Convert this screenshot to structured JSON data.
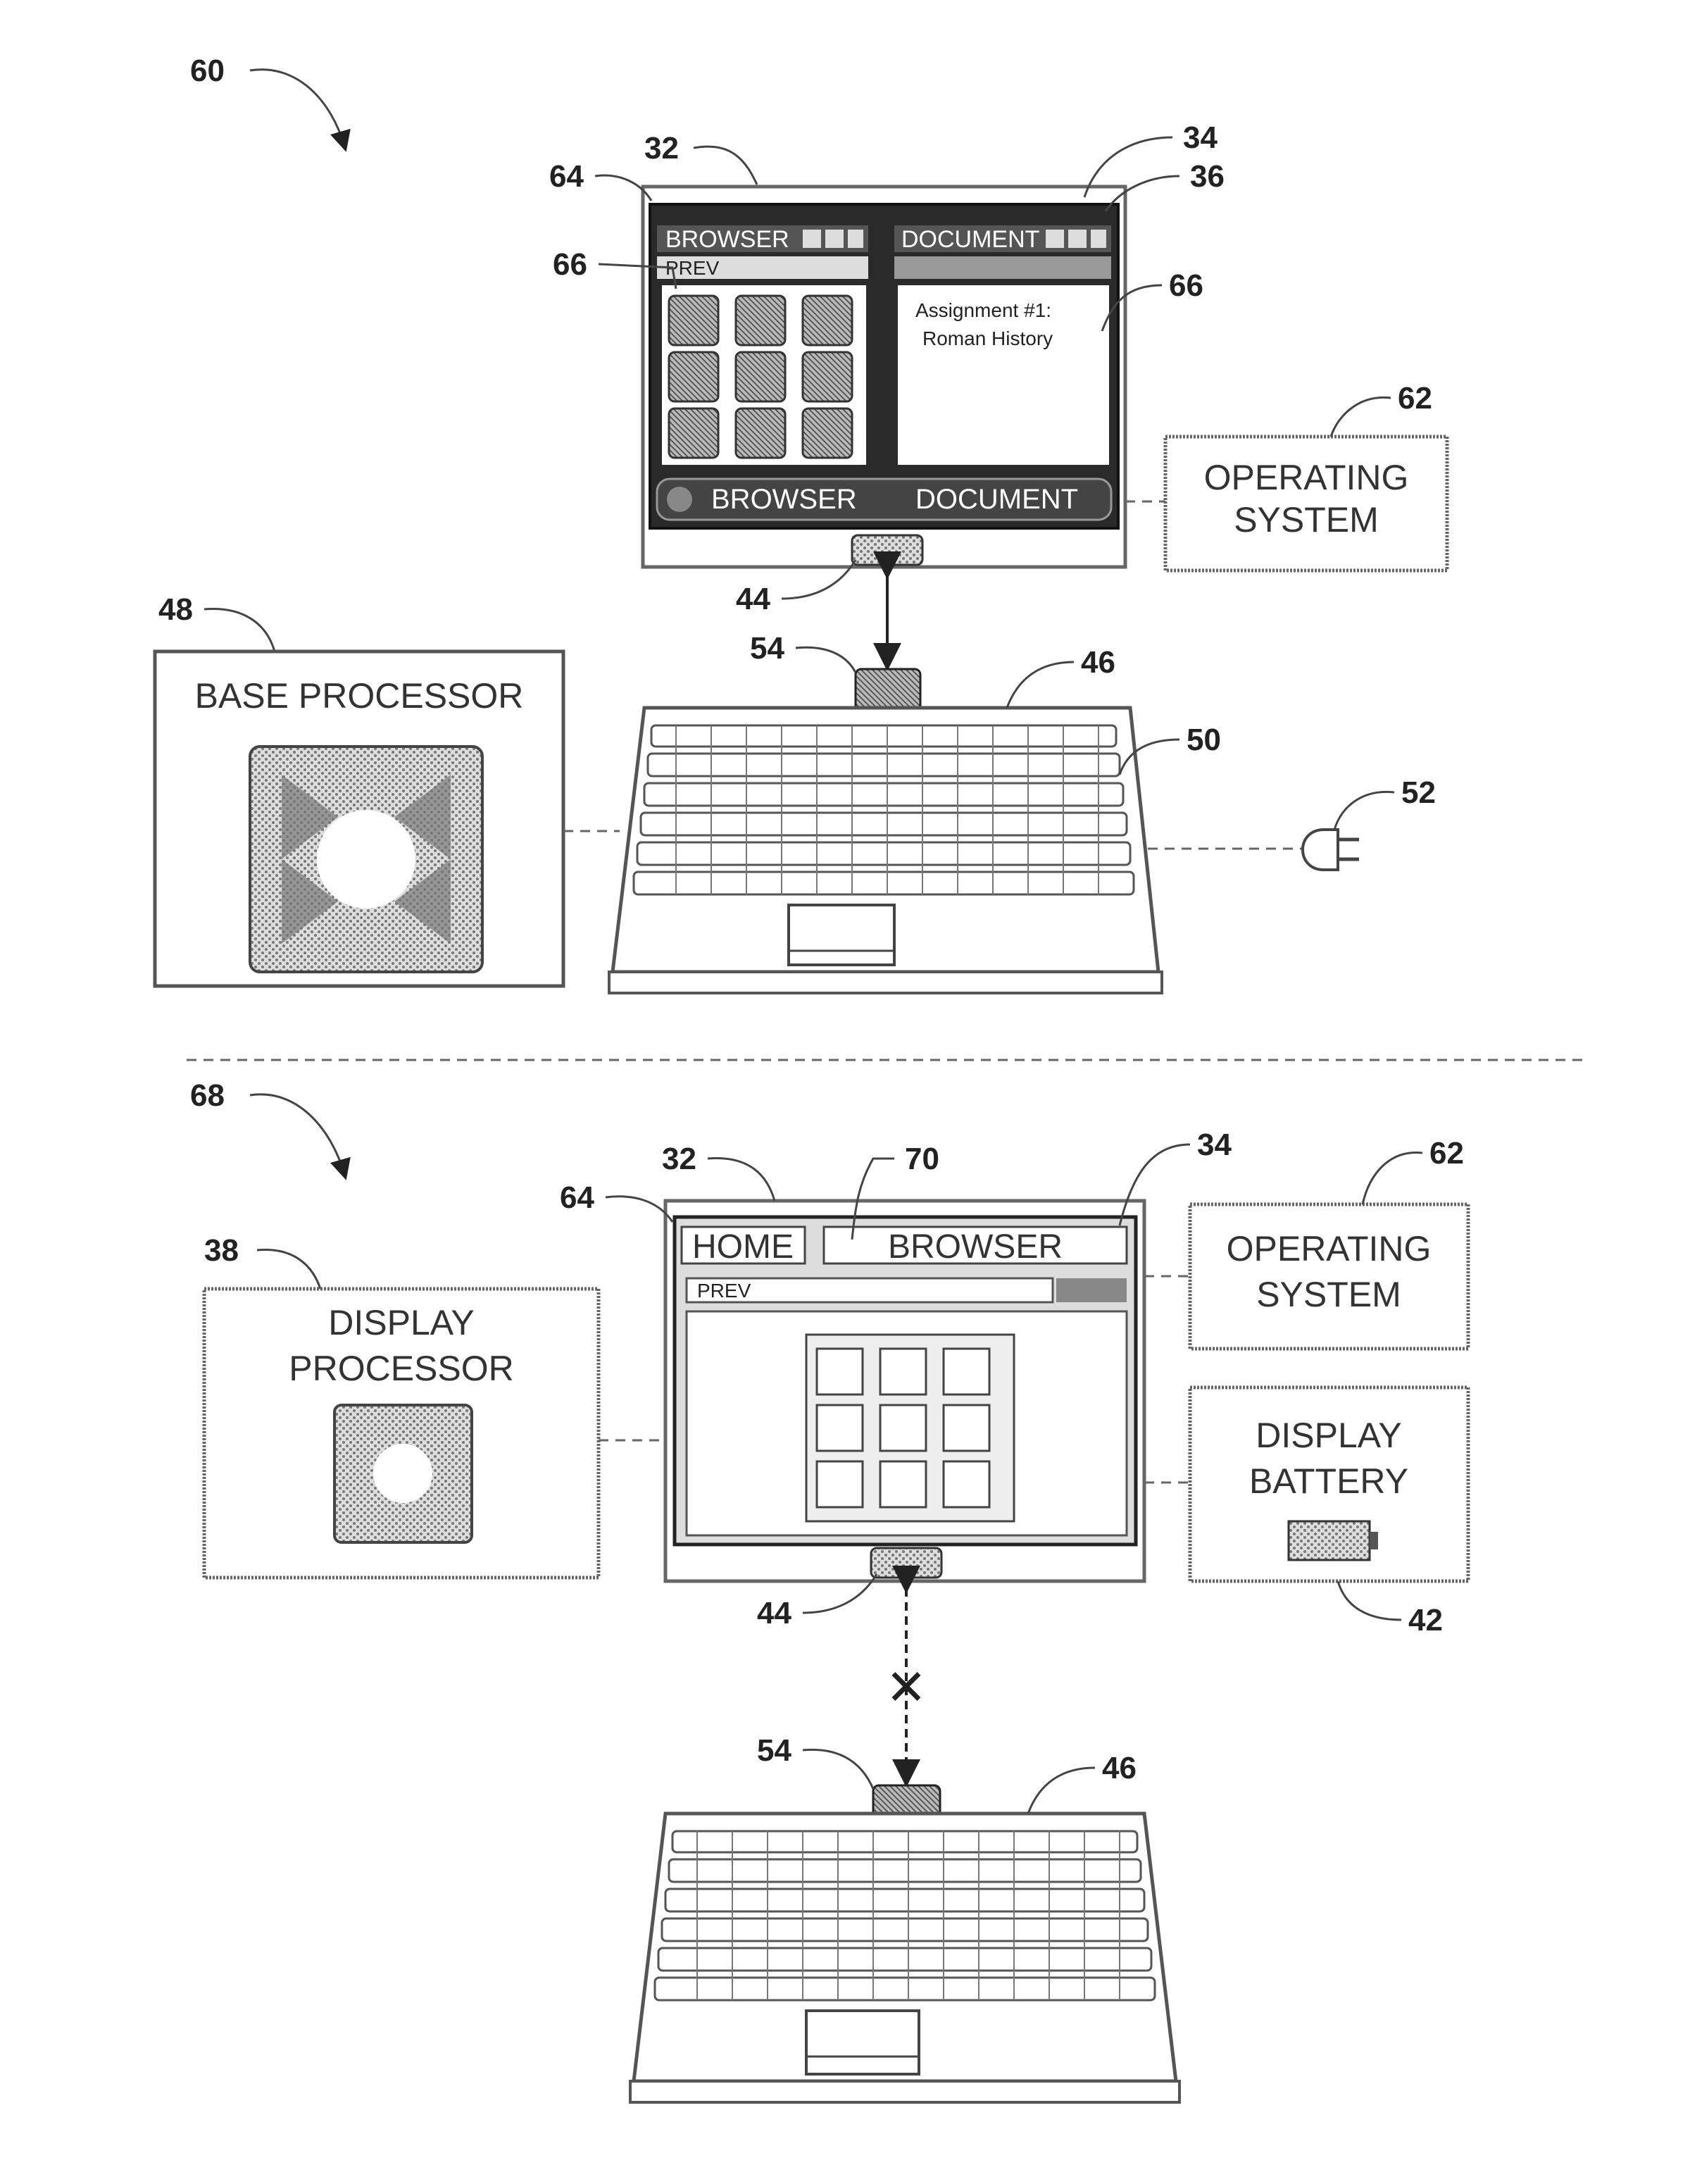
{
  "figure_top": {
    "ref": "60",
    "screen": {
      "refs": {
        "frame": "32",
        "display": "34",
        "window_bar": "36",
        "bezel": "64",
        "panes": "66",
        "hinge": "44"
      },
      "browser_tab": "BROWSER",
      "document_tab": "DOCUMENT",
      "address_text": "PREV",
      "doc_line1": "Assignment #1:",
      "doc_line2": "Roman History",
      "taskbar_browser": "BROWSER",
      "taskbar_document": "DOCUMENT"
    },
    "os_box": {
      "ref": "62",
      "line1": "OPERATING",
      "line2": "SYSTEM"
    },
    "base_processor": {
      "ref": "48",
      "title": "BASE PROCESSOR"
    },
    "base": {
      "connector_ref": "54",
      "base_ref": "46",
      "keyboard_ref": "50",
      "plug_ref": "52"
    }
  },
  "figure_bottom": {
    "ref": "68",
    "screen": {
      "refs": {
        "frame": "32",
        "display": "34",
        "bezel": "64",
        "tab_bar": "70",
        "hinge": "44"
      },
      "home_tab": "HOME",
      "browser_tab": "BROWSER",
      "address_text": "PREV"
    },
    "display_processor": {
      "ref": "38",
      "line1": "DISPLAY",
      "line2": "PROCESSOR"
    },
    "os_box": {
      "ref": "62",
      "line1": "OPERATING",
      "line2": "SYSTEM"
    },
    "battery_box": {
      "ref": "42",
      "line1": "DISPLAY",
      "line2": "BATTERY"
    },
    "base": {
      "connector_ref": "54",
      "base_ref": "46",
      "disconnect_mark": "✕"
    }
  }
}
